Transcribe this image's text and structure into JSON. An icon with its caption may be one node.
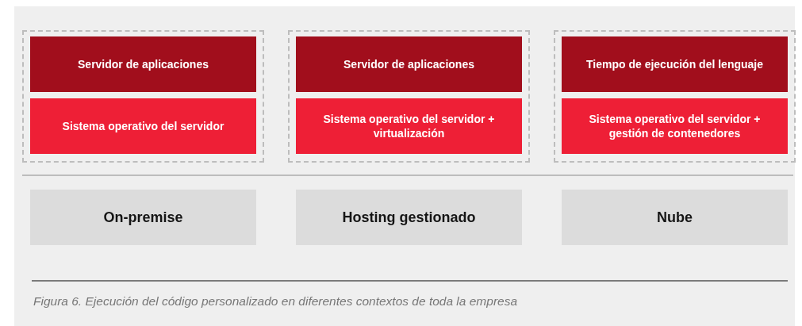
{
  "diagram": {
    "caption": "Figura 6. Ejecución del código personalizado en diferentes contextos de toda la empresa",
    "nodes": [
      {
        "text": [],
        "shape": "box"
      },
      {
        "text": [
          "Servidor de aplicaciones"
        ],
        "in": 0
      },
      {
        "text": [
          "Sistema operativo del servidor"
        ],
        "in": 0
      },
      {
        "text": [],
        "shape": "box"
      },
      {
        "text": [
          "Servidor de aplicaciones"
        ],
        "in": 3
      },
      {
        "text": [
          "Sistema operativo del servidor + virtualización"
        ],
        "in": 3
      },
      {
        "text": [],
        "shape": "box"
      },
      {
        "text": [
          "Tiempo de ejecución del lenguaje"
        ],
        "in": 6
      },
      {
        "text": [
          "Sistema operativo del servidor + gestión de contenedores"
        ],
        "in": 6
      },
      {
        "text": [
          "On-premise"
        ]
      },
      {
        "text": [
          "Hosting gestionado"
        ]
      },
      {
        "text": [
          "Nube"
        ]
      }
    ],
    "edges": []
  }
}
